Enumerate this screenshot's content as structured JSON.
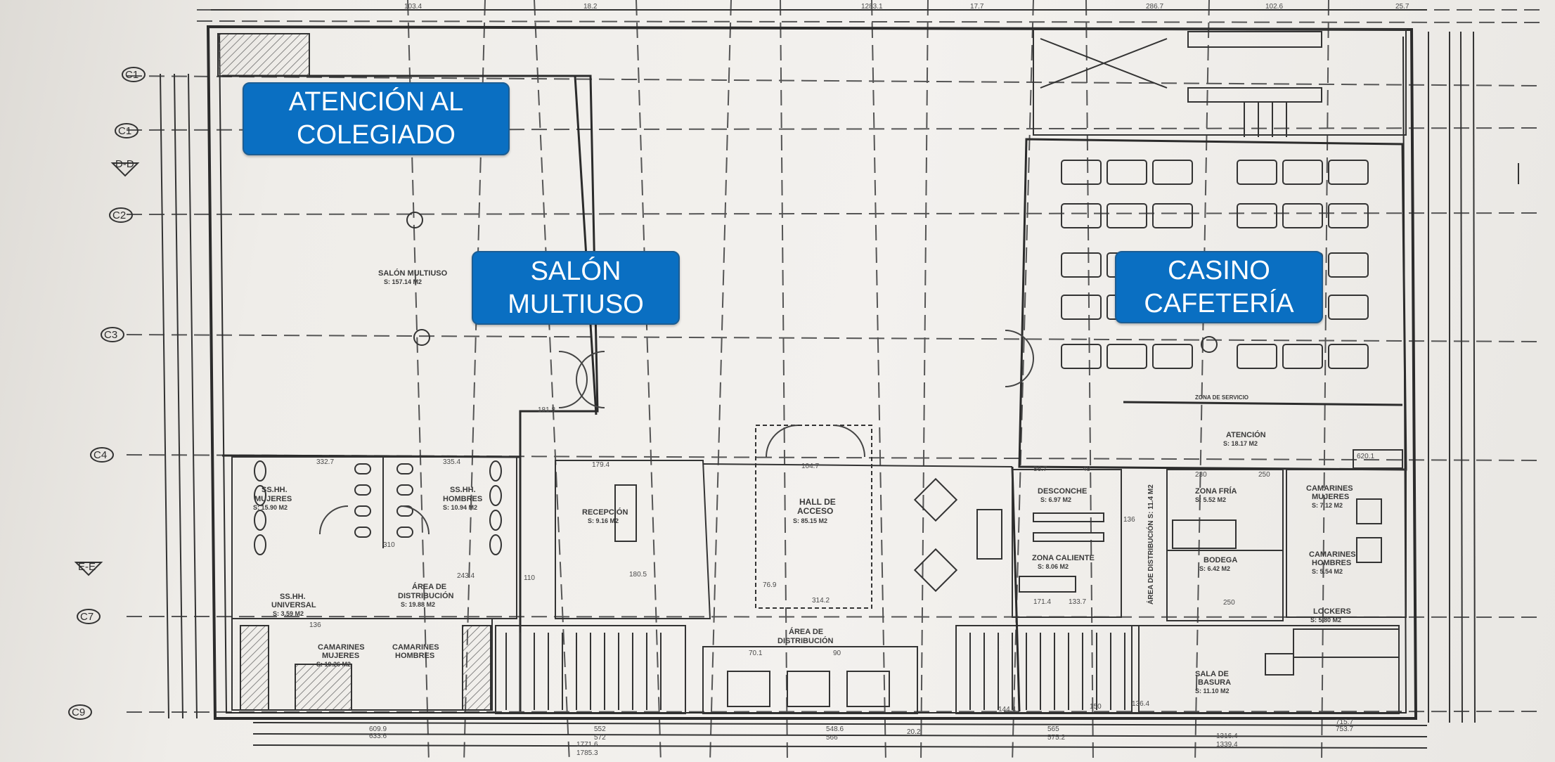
{
  "callouts": {
    "atencion": [
      "ATENCIÓN AL",
      "COLEGIADO"
    ],
    "salon": [
      "SALÓN",
      "MULTIUSO"
    ],
    "casino": [
      "CASINO",
      "CAFETERÍA"
    ]
  },
  "axes": [
    "C1",
    "C1",
    "D-D",
    "C2",
    "C3",
    "C4",
    "E-E",
    "C7",
    "C9"
  ],
  "rooms": {
    "salon_multiuso": [
      "SALÓN MULTIUSO",
      "S: 157.14 M2"
    ],
    "ss_mujeres": [
      "SS.HH.",
      "MUJERES",
      "S: 15.90 M2"
    ],
    "ss_hombres": [
      "SS.HH.",
      "HOMBRES",
      "S: 10.94 M2"
    ],
    "ss_universal": [
      "SS.HH.",
      "UNIVERSAL",
      "S: 3.59 M2"
    ],
    "area_distribucion_1": [
      "ÁREA DE",
      "DISTRIBUCIÓN",
      "S: 19.88 M2"
    ],
    "camarines_mujeres_1": [
      "CAMARINES",
      "MUJERES",
      "S: 19.26 M2"
    ],
    "camarines_hombres_1": [
      "CAMARINES",
      "HOMBRES"
    ],
    "recepcion": [
      "RECEPCIÓN",
      "S: 9.16 M2"
    ],
    "hall": [
      "HALL DE",
      "ACCESO",
      "S: 85.15 M2"
    ],
    "area_distribucion_2": [
      "ÁREA DE",
      "DISTRIBUCIÓN"
    ],
    "desconche": [
      "DESCONCHE",
      "S: 6.97 M2"
    ],
    "zona_caliente": [
      "ZONA CALIENTE",
      "S: 8.06 M2"
    ],
    "zona_fria": [
      "ZONA FRÍA",
      "S: 5.52 M2"
    ],
    "bodega": [
      "BODEGA",
      "S: 6.42 M2"
    ],
    "camarines_mujeres_2": [
      "CAMARINES",
      "MUJERES",
      "S: 7.12 M2"
    ],
    "camarines_hombres_2": [
      "CAMARINES",
      "HOMBRES",
      "S: 5.54 M2"
    ],
    "lockers": [
      "LOCKERS",
      "S: 5.80 M2"
    ],
    "atencion_sala": [
      "ATENCIÓN",
      "S: 18.17 M2"
    ],
    "sala_basura": [
      "SALA DE",
      "BASURA",
      "S: 11.10 M2"
    ],
    "zona_servicio": "ZONA DE SERVICIO",
    "area_distribucion_3": "ÁREA DE DISTRIBUCIÓN S: 11.4 M2"
  },
  "dimensions": {
    "top": [
      "103.4",
      "18.2",
      "1283.1",
      "17.7",
      "286.7",
      "102.6",
      "25.7"
    ],
    "bottom": [
      "609.9",
      "633.6",
      "552",
      "572",
      "1771.6",
      "1785.3",
      "548.6",
      "566",
      "20.2",
      "565",
      "575.2",
      "1316.4",
      "1339.4",
      "715.7",
      "753.7"
    ],
    "interior": [
      "181.8",
      "179.4",
      "332.7",
      "335.4",
      "310",
      "243.4",
      "136",
      "180.5",
      "110",
      "314.2",
      "104.7",
      "76.9",
      "86.7",
      "48",
      "230",
      "250",
      "620.1",
      "136",
      "171.4",
      "133.7",
      "250",
      "150",
      "144.4",
      "136.4",
      "90",
      "70.1"
    ]
  }
}
